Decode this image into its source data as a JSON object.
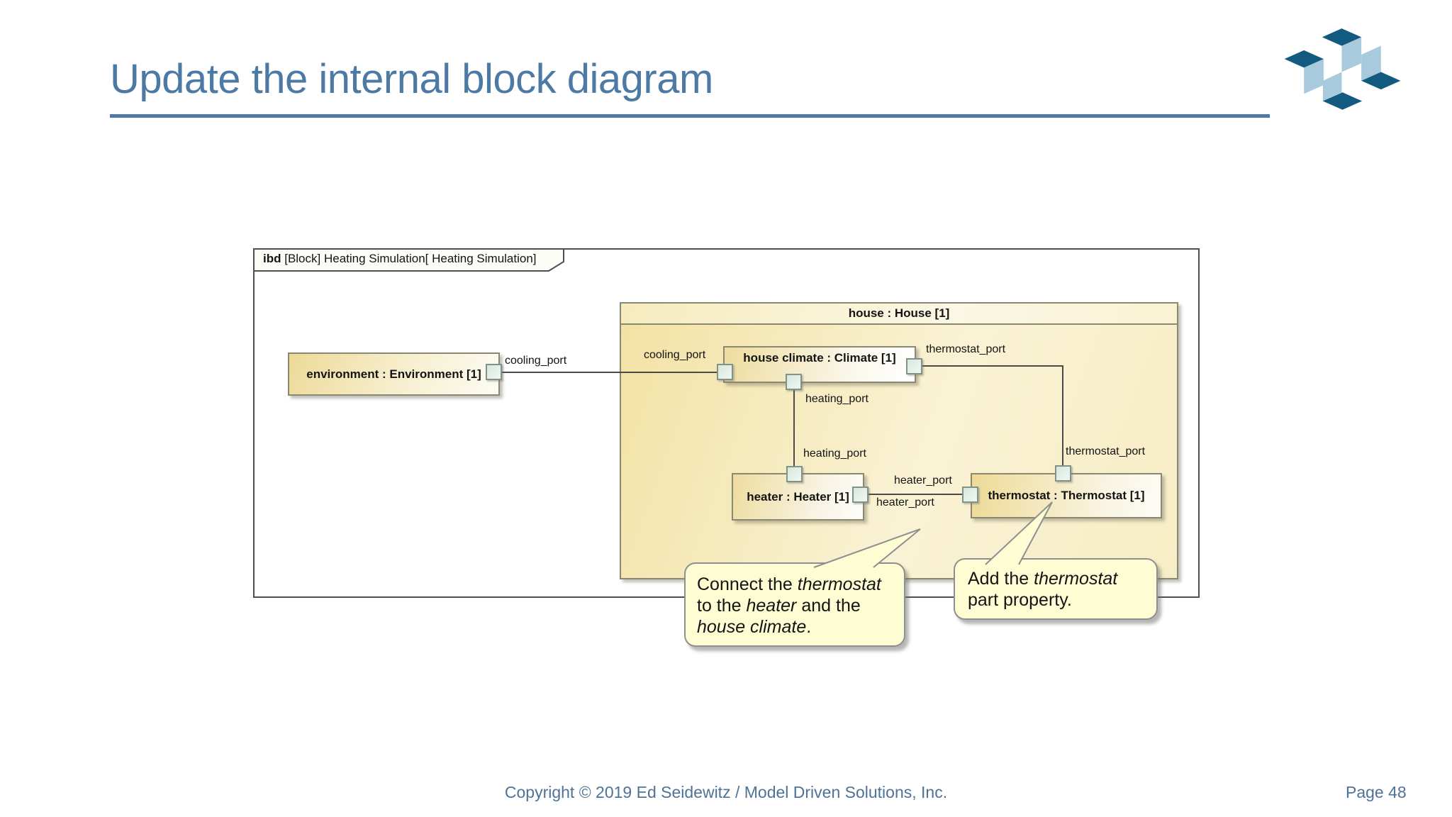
{
  "slide": {
    "title": "Update the internal block diagram",
    "footer": {
      "copyright": "Copyright © 2019 Ed Seidewitz / Model Driven Solutions, Inc.",
      "page": "Page 48"
    }
  },
  "colors": {
    "accent": "#4d7aa5",
    "footer_text": "#4e7396",
    "logo_dark": "#135a80",
    "logo_light": "#a9cadd",
    "connector": "#4a4a4a",
    "block_border": "#8b8872",
    "callout_fill": "#fdfcd2",
    "port_border": "#7f9486"
  },
  "diagram": {
    "frame_tab": {
      "keyword": "ibd",
      "name": " [Block] Heating Simulation[ Heating Simulation]"
    },
    "blocks": {
      "house": "house : House [1]",
      "environment": "environment : Environment [1]",
      "house_climate": "house climate : Climate [1]",
      "heater": "heater : Heater [1]",
      "thermostat": "thermostat : Thermostat [1]"
    },
    "port_labels": {
      "cooling_env": "cooling_port",
      "cooling_house": "cooling_port",
      "heating_climate": "heating_port",
      "heating_heater": "heating_port",
      "heater_upper": "heater_port",
      "heater_lower": "heater_port",
      "thermostat_climate": "thermostat_port",
      "thermostat_top": "thermostat_port"
    },
    "callouts": {
      "connect": {
        "segments": [
          {
            "text": "Connect the "
          },
          {
            "text": "thermostat",
            "italic": true
          },
          {
            "text": "\nto the "
          },
          {
            "text": "heater",
            "italic": true
          },
          {
            "text": " and the\n"
          },
          {
            "text": "house climate",
            "italic": true
          },
          {
            "text": "."
          }
        ]
      },
      "add": {
        "segments": [
          {
            "text": "Add the "
          },
          {
            "text": "thermostat",
            "italic": true
          },
          {
            "text": "\npart property."
          }
        ]
      }
    }
  }
}
